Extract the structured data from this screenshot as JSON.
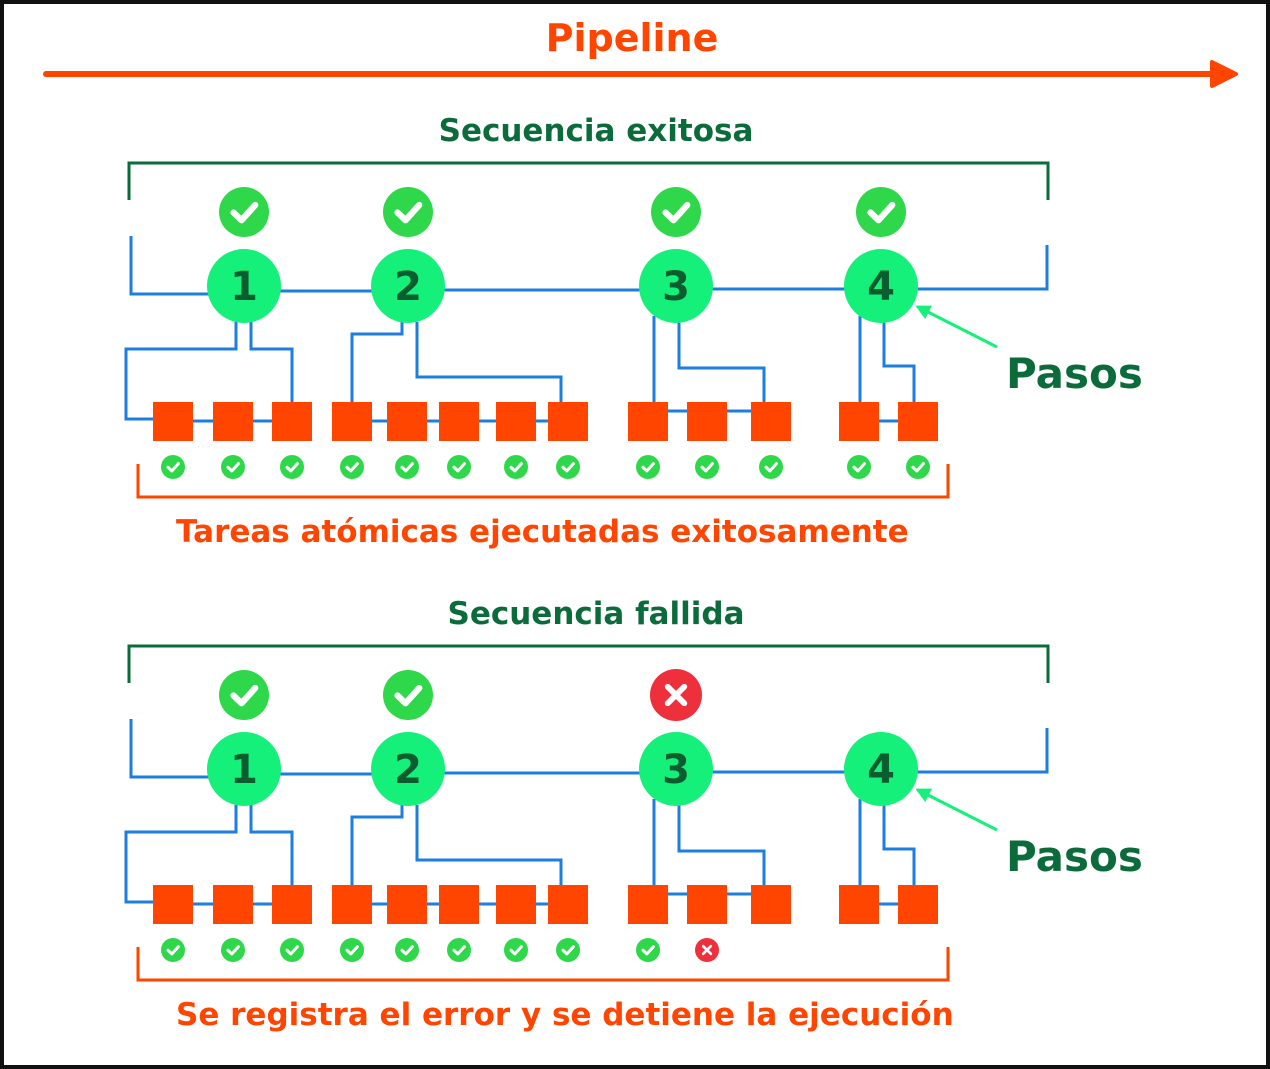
{
  "pipeline_label": "Pipeline",
  "colors": {
    "accent": "#ff4500",
    "title_green": "#0b6b3a",
    "step_fill": "#14f07a",
    "step_text": "#0b5c2e",
    "check_fill": "#2ed84a",
    "fail_fill": "#ee2f3c",
    "wire": "#1e7ee0",
    "task_fill": "#ff4500"
  },
  "success_sequence": {
    "title": "Secuencia exitosa",
    "steps": [
      {
        "number": "1",
        "status": "ok"
      },
      {
        "number": "2",
        "status": "ok"
      },
      {
        "number": "3",
        "status": "ok"
      },
      {
        "number": "4",
        "status": "ok"
      }
    ],
    "task_status": [
      "ok",
      "ok",
      "ok",
      "ok",
      "ok",
      "ok",
      "ok",
      "ok",
      "ok",
      "ok",
      "ok",
      "ok",
      "ok"
    ],
    "steps_label": "Pasos",
    "caption": "Tareas atómicas ejecutadas exitosamente"
  },
  "failed_sequence": {
    "title": "Secuencia fallida",
    "steps": [
      {
        "number": "1",
        "status": "ok"
      },
      {
        "number": "2",
        "status": "ok"
      },
      {
        "number": "3",
        "status": "fail"
      },
      {
        "number": "4",
        "status": "none"
      }
    ],
    "task_status": [
      "ok",
      "ok",
      "ok",
      "ok",
      "ok",
      "ok",
      "ok",
      "ok",
      "ok",
      "fail",
      "none",
      "none",
      "none"
    ],
    "steps_label": "Pasos",
    "caption": "Se registra el error y se detiene la ejecución"
  }
}
